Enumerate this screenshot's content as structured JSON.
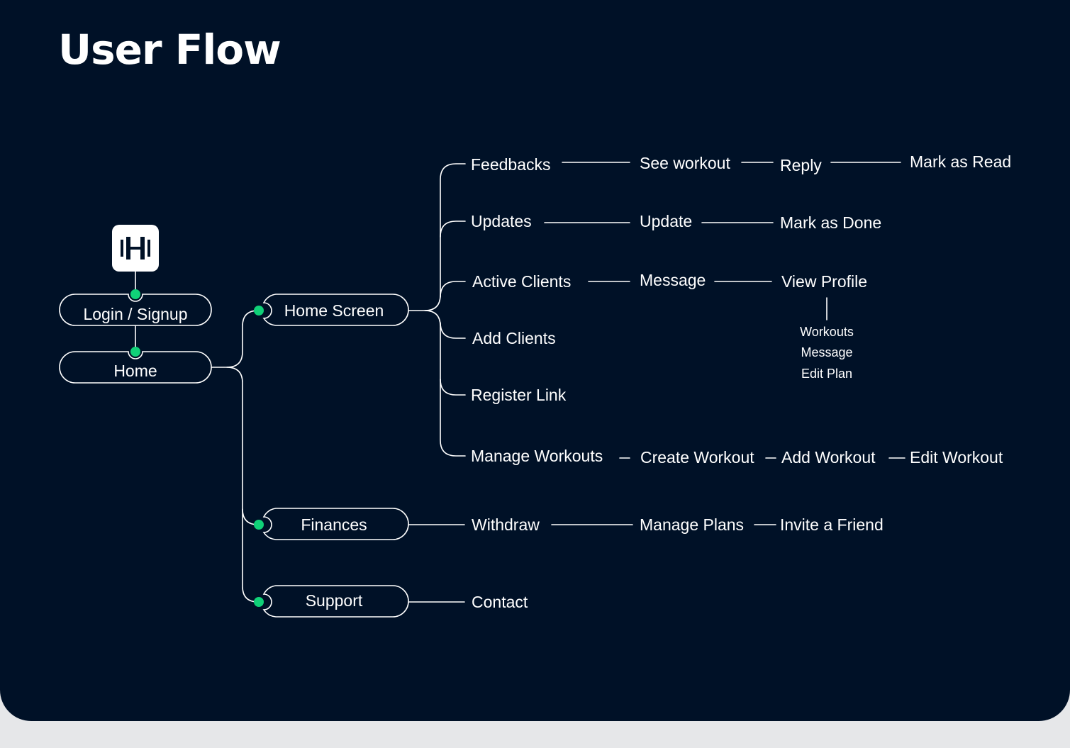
{
  "title": "User Flow",
  "colors": {
    "background": "#001127",
    "line": "#ffffff",
    "connector_dot": "#10d178"
  },
  "logo": {
    "icon": "dumbbell-logo-icon"
  },
  "nodes": {
    "login": "Login / Signup",
    "home": "Home",
    "home_screen": "Home Screen",
    "finances": "Finances",
    "support": "Support"
  },
  "home_screen_branches": {
    "feedbacks": {
      "label": "Feedbacks",
      "steps": [
        "See workout",
        "Reply",
        "Mark as Read"
      ]
    },
    "updates": {
      "label": "Updates",
      "steps": [
        "Update",
        "Mark as Done"
      ]
    },
    "active_clients": {
      "label": "Active Clients",
      "steps": [
        "Message",
        "View Profile"
      ],
      "view_profile_options": [
        "Workouts",
        "Message",
        "Edit Plan"
      ]
    },
    "add_clients": {
      "label": "Add Clients"
    },
    "register_link": {
      "label": "Register Link"
    },
    "manage_workouts": {
      "label": "Manage Workouts",
      "steps": [
        "Create Workout",
        "Add Workout",
        "Edit Workout"
      ]
    }
  },
  "finances_steps": [
    "Withdraw",
    "Manage Plans",
    "Invite a Friend"
  ],
  "support_steps": [
    "Contact"
  ]
}
